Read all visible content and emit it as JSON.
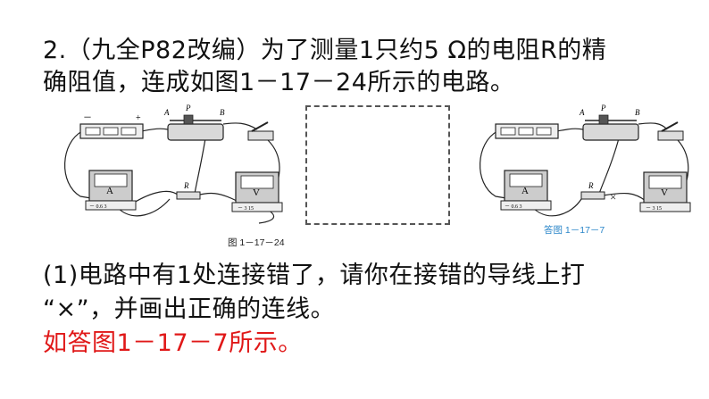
{
  "question": {
    "line1": "2.（九全P82改编）为了测量1只约5 Ω的电阻R的精",
    "line2": "确阻值，连成如图1－17－24所示的电路。",
    "part1_line1": "(1)电路中有1处连接错了，请你在接错的导线上打",
    "part1_line2": "“×”，并画出正确的连线。"
  },
  "answer": {
    "text": "如答图1－17－7所示。"
  },
  "figures": {
    "left_caption": "图 1－17－24",
    "right_caption": "答图 1－17－7",
    "caption_color": "#2a86c9",
    "answer_color": "#e01818",
    "labels": {
      "a": "A",
      "b": "B",
      "p": "P",
      "r": "R",
      "ammeter": "A",
      "voltmeter": "V",
      "minus": "－",
      "plus": "+",
      "ammeter_terminals": "－ 0.6 3",
      "voltmeter_terminals": "－ 3 15",
      "cross": "×"
    }
  }
}
